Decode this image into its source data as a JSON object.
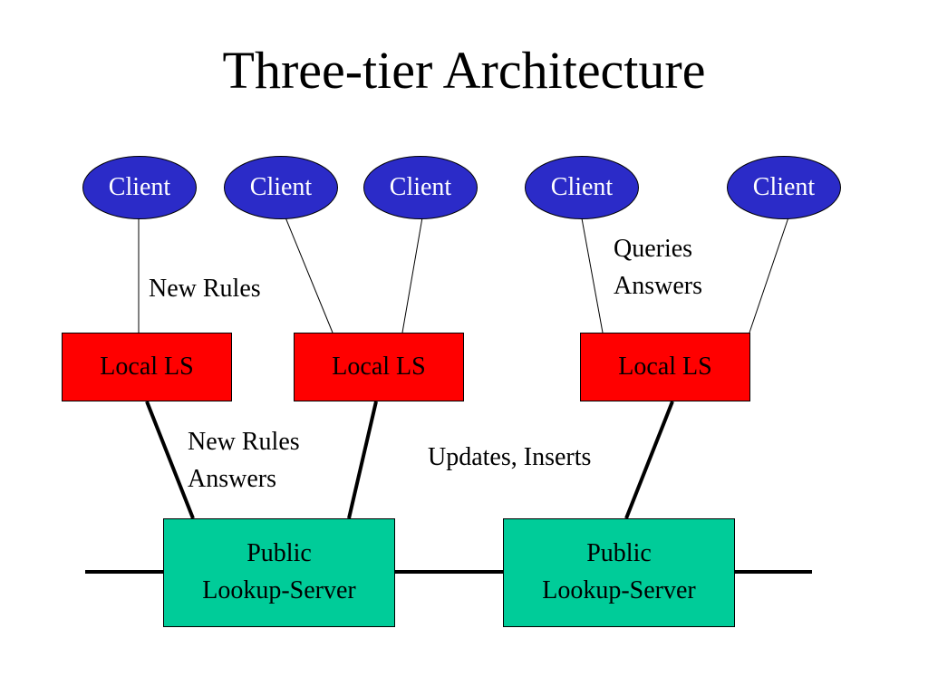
{
  "title": "Three-tier Architecture",
  "colors": {
    "client_fill": "#2b2bc8",
    "local_ls_fill": "#ff0000",
    "public_server_fill": "#00cc99",
    "line": "#000000"
  },
  "clients": [
    {
      "label": "Client"
    },
    {
      "label": "Client"
    },
    {
      "label": "Client"
    },
    {
      "label": "Client"
    },
    {
      "label": "Client"
    }
  ],
  "local_ls": [
    {
      "label": "Local LS"
    },
    {
      "label": "Local LS"
    },
    {
      "label": "Local LS"
    }
  ],
  "public_servers": [
    {
      "line1": "Public",
      "line2": "Lookup-Server"
    },
    {
      "line1": "Public",
      "line2": "Lookup-Server"
    }
  ],
  "labels": {
    "new_rules": "New Rules",
    "queries": "Queries",
    "answers_right": "Answers",
    "new_rules_middle": "New Rules",
    "answers_middle": "Answers",
    "updates_inserts": "Updates, Inserts"
  }
}
